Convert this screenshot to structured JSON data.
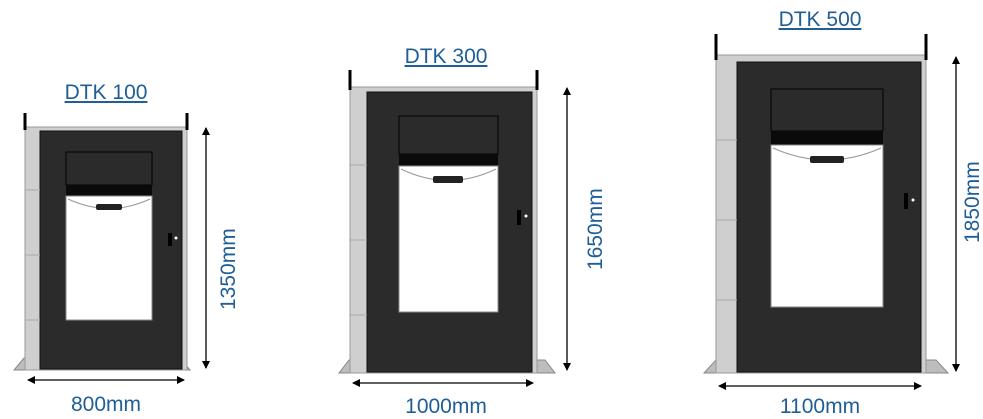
{
  "units": [
    {
      "id": "dtk-100",
      "model": "DTK 100",
      "width_label": "800mm",
      "height_label": "1350mm"
    },
    {
      "id": "dtk-300",
      "model": "DTK 300",
      "width_label": "1000mm",
      "height_label": "1650mm"
    },
    {
      "id": "dtk-500",
      "model": "DTK 500",
      "width_label": "1100mm",
      "height_label": "1850mm"
    }
  ],
  "colors": {
    "cabinet": "#2b2b2b",
    "frame": "#cfcfcf",
    "text": "#1f5e96",
    "panel": "#ffffff",
    "band": "#0a0a0a"
  }
}
